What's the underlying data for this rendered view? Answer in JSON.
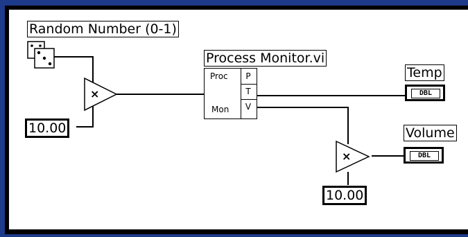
{
  "random_label": "Random Number (0-1)",
  "const_left": "10.00",
  "const_bottom": "10.00",
  "subvi": {
    "name": "Process Monitor.vi",
    "proc": "Proc",
    "mon": "Mon",
    "terminals": [
      "P",
      "T",
      "V"
    ]
  },
  "indicators": {
    "temp_label": "Temp",
    "temp_type": "DBL",
    "volume_label": "Volume",
    "volume_type": "DBL"
  },
  "multiply_symbol": "×",
  "colors": {
    "frame": "#1e3a8a",
    "wire": "#000000"
  }
}
